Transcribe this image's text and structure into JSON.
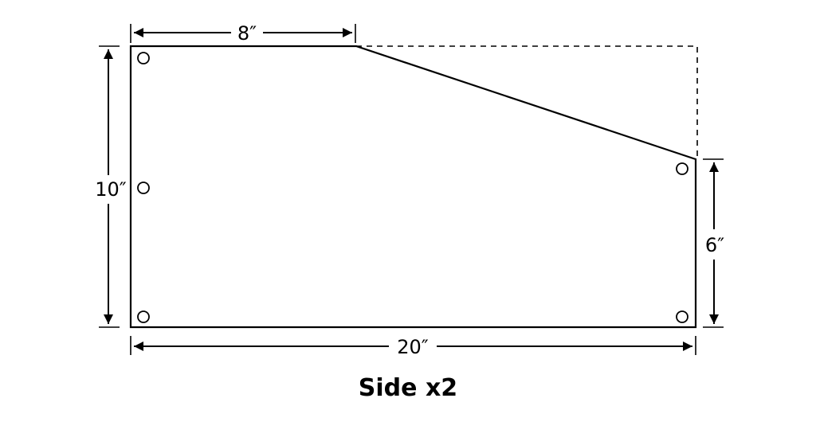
{
  "diagram": {
    "shape": "side-panel",
    "dimensions": {
      "top_edge": "8″",
      "left_edge": "10″",
      "right_edge": "6″",
      "bottom_edge": "20″"
    },
    "caption": "Side x2",
    "line_color": "#000000",
    "background_color": "#ffffff"
  }
}
